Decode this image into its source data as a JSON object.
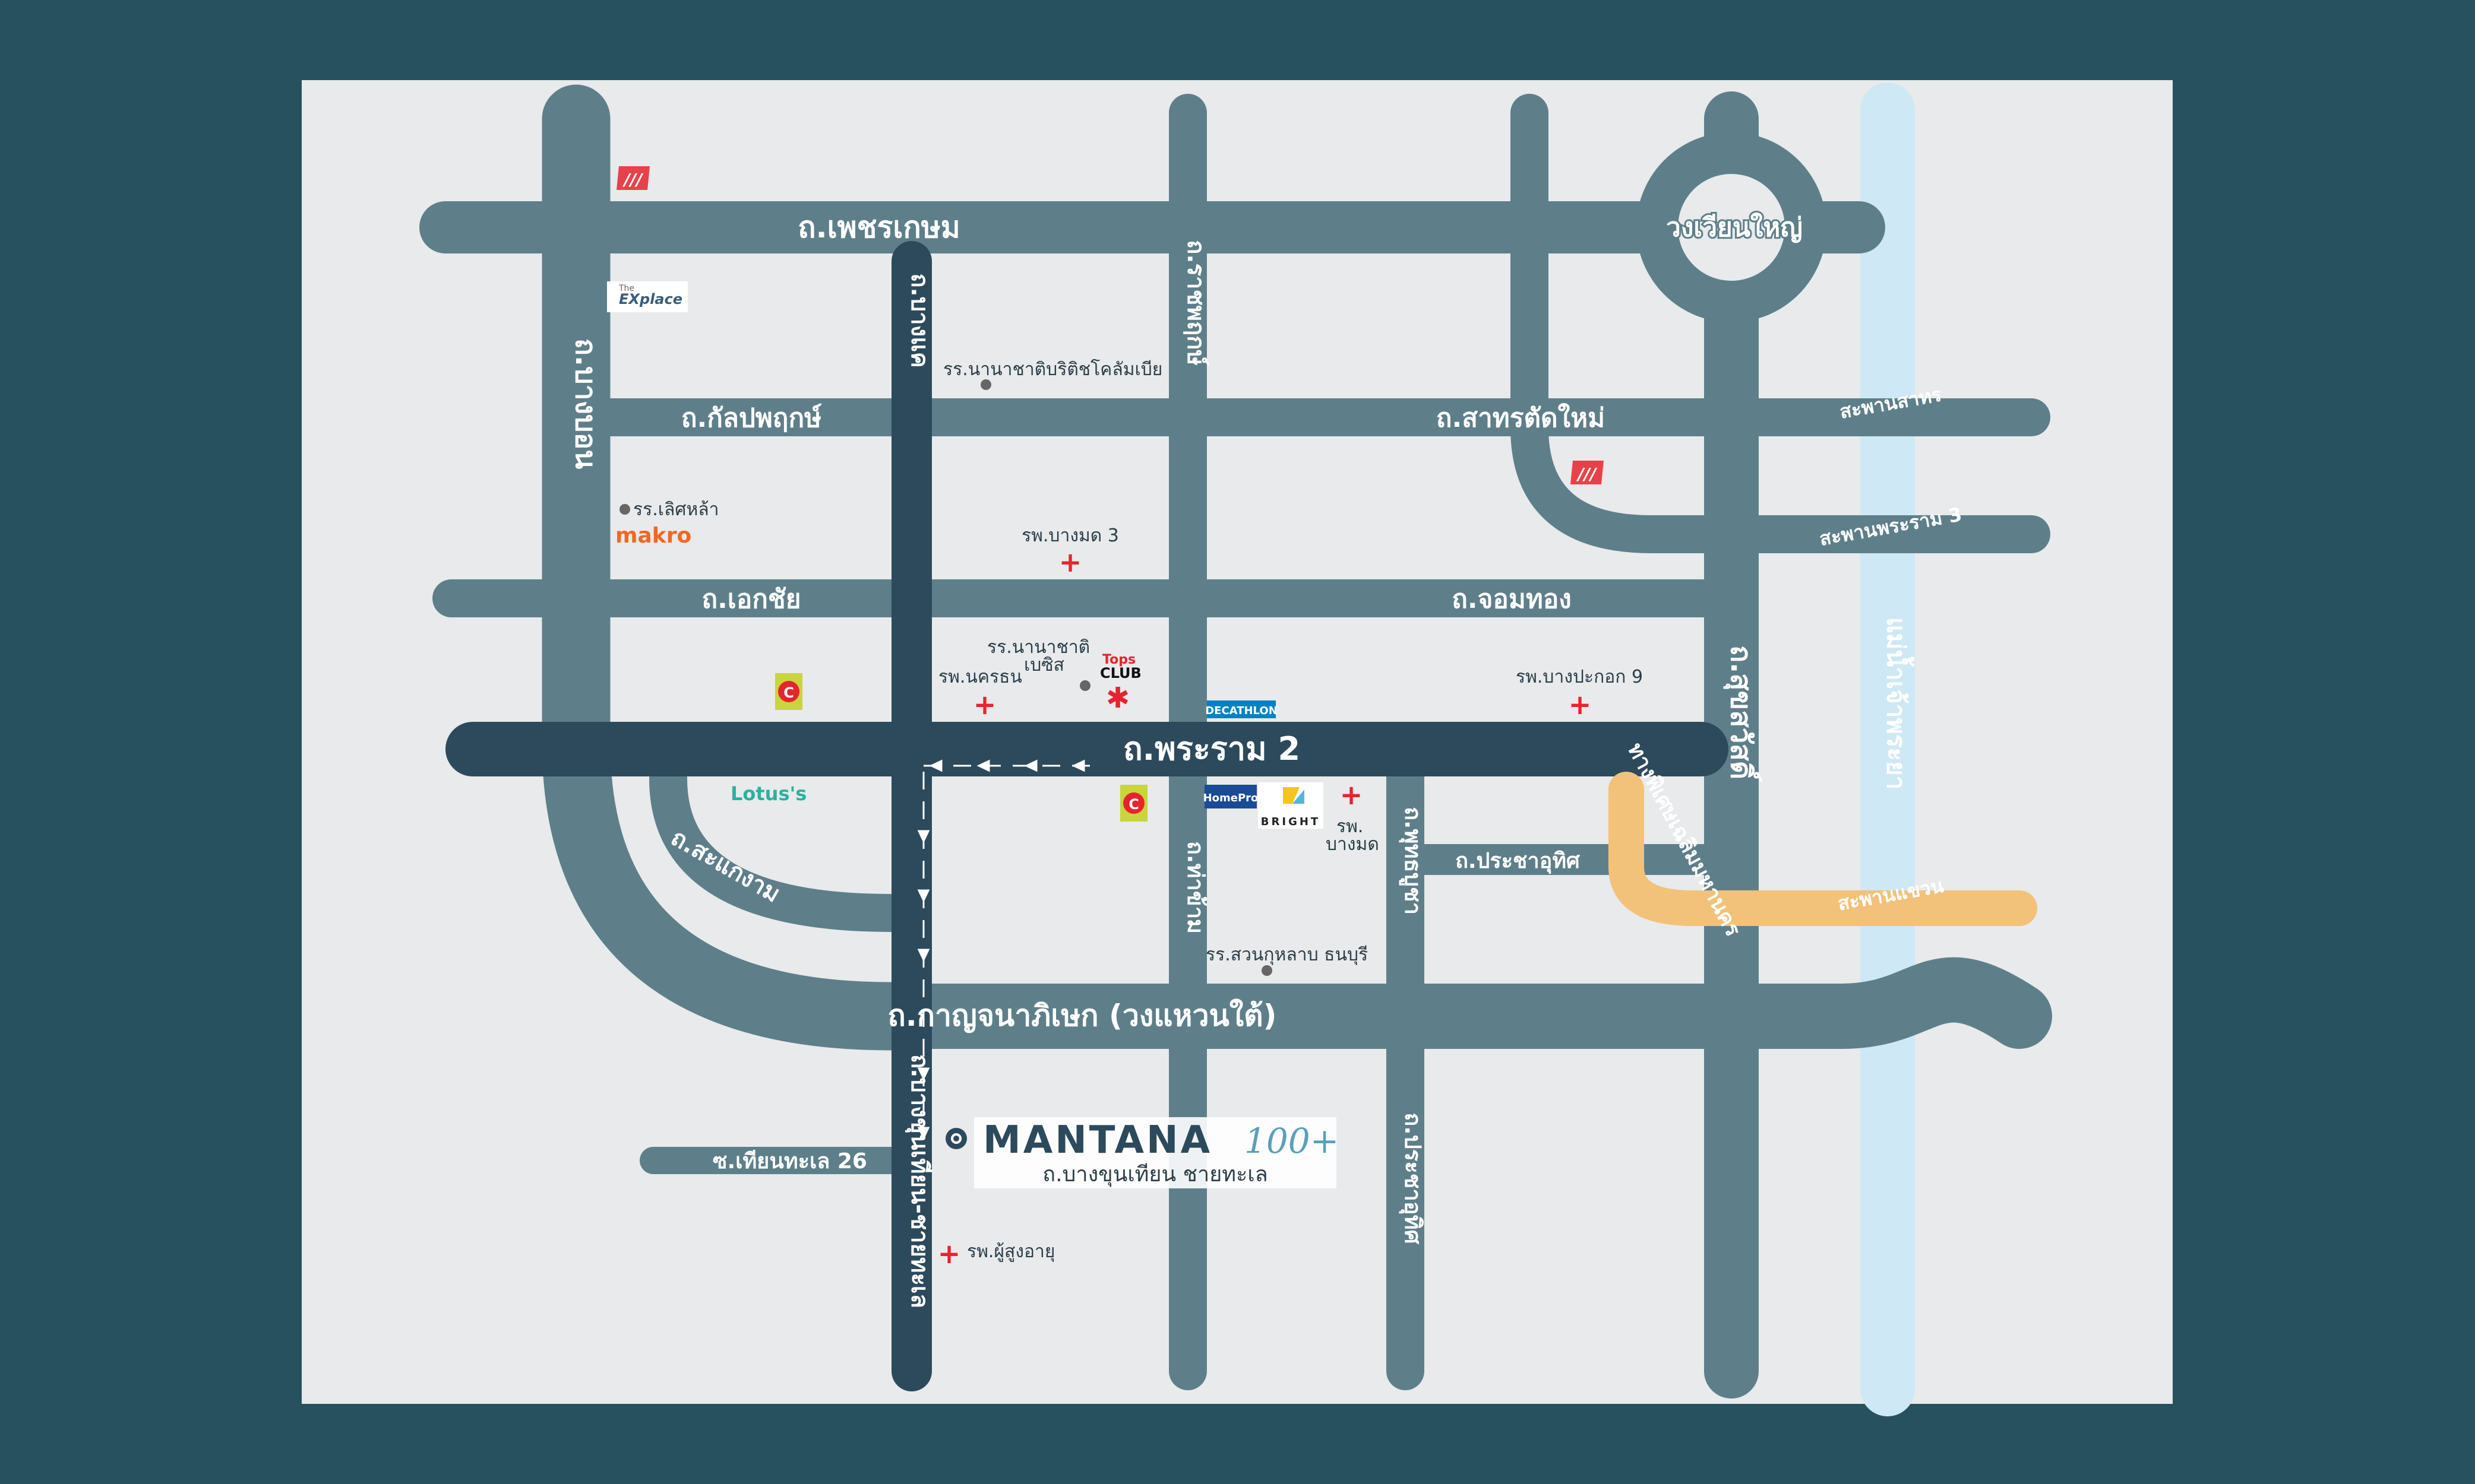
{
  "colors": {
    "frame": "#27515f",
    "paper": "#e8eaec",
    "road": "#5e7f8a",
    "road_main": "#2c4a5b",
    "river": "#cfe8f6",
    "expressway": "#f2c27a",
    "hospital": "#e8232d",
    "dot": "#666666"
  },
  "roads": {
    "phetkasem": "ถ.เพชรเกษม",
    "ratchaphruek": "ถ.ราชพฤกษ์",
    "bang_khae": "ถ.บางแค",
    "kanlapaphruek": "ถ.กัลปพฤกษ์",
    "sathorn_tat_mai": "ถ.สาทรตัดใหม่",
    "ekkachai": "ถ.เอกชัย",
    "chom_thong": "ถ.จอมทอง",
    "rama2": "ถ.พระราม 2",
    "sakae_ngam": "ถ.สะแกงาม",
    "kanchanaphisek": "ถ.กาญจนาภิเษก (วงแหวนใต้)",
    "bang_bon": "ถ.บางบอน",
    "bang_khun_thian_chai_thale": "ถ.บางขุนเทียน-ชายทะเล",
    "thian_thale_26": "ซ.เทียนทะเล 26",
    "tha_kham": "ถ.ท่าข้าม",
    "phuttha_bucha": "ถ.พุทธบูชา",
    "pracha_uthit": "ถ.ประชาอุทิศ",
    "pracha_uthit_vertical": "ถ.ประชาอุทิศ",
    "suksawat": "ถ.สุขสวัสดิ์",
    "wong_wian_yai": "วงเวียนใหญ่",
    "taksin_bridge": "สะพานสาทร",
    "rama3_bridge": "สะพานพระราม 3",
    "kanchanaphisek_bridge": "สะพานแขวน",
    "chaloem_maha_nakhon": "ทางพิเศษเฉลิมมหานคร",
    "river": "แม่น้ำเจ้าพระยา"
  },
  "places": {
    "colombia_school": "รร.นานาชาติบริติชโคลัมเบีย",
    "sarasas_school": "รร.เลิศหล้า",
    "bangmod3": "รพ.บางมด 3",
    "bsb_school_line1": "รร.นานาชาติ",
    "bsb_school_line2": "เบซิส",
    "nakornthon": "รพ.นครธน",
    "bangpakok9": "รพ.บางปะกอก 9",
    "bangmod_line1": "รพ.",
    "bangmod_line2": "บางมด",
    "suankularb": "รร.สวนกุหลาบ ธนบุรี",
    "elderly_hospital": "รพ.ผู้สูงอายุ"
  },
  "brands": {
    "makro": "makro",
    "lotus": "Lotus's",
    "tops_line1": "Tops",
    "tops_line2": "CLUB",
    "decathlon": "DECATHLON",
    "homepro": "HomePro",
    "bright": "BRIGHT",
    "explace_small": "The",
    "explace": "EXplace"
  },
  "project": {
    "name": "MANTANA",
    "suffix": "100+",
    "location": "ถ.บางขุนเทียน ชายทะเล"
  }
}
